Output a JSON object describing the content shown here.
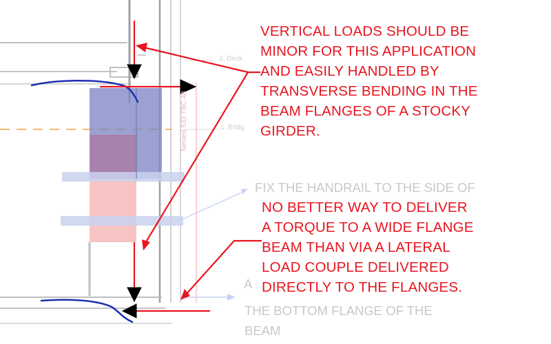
{
  "annotations": {
    "vertical_loads": [
      "VERTICAL LOADS SHOULD BE",
      "MINOR FOR THIS APPLICATION",
      "AND EASILY HANDLED BY",
      "TRANSVERSE BENDING IN THE",
      "BEAM FLANGES OF A STOCKY",
      "GIRDER."
    ],
    "torque": [
      "NO BETTER WAY TO DELIVER",
      "A TORQUE TO A WIDE FLANGE",
      "BEAM THAN VIA A LATERAL",
      "LOAD COUPLE DELIVERED",
      "DIRECTLY TO THE FLANGES."
    ]
  },
  "background_notes": {
    "handrail_top": "FIX THE HANDRAIL TO THE SIDE OF",
    "handrail_cut": "A",
    "handrail_bottom_1": "THE BOTTOM FLANGE OF THE",
    "handrail_bottom_2": "BEAM"
  },
  "drawing_labels": {
    "deck": "2. Deck",
    "bridge": "1. Bridg",
    "vertical_text": "Nested 533 TBC 48"
  },
  "colors": {
    "annotation_red": "#e8141e",
    "ink_blue": "#1a2fb0",
    "beam_fill": "#7f86c4",
    "web_red": "#f07a7a",
    "plate_fill": "#c9d2ee",
    "note_gray": "#c8c8c8",
    "dash_orange": "#f5b870"
  }
}
